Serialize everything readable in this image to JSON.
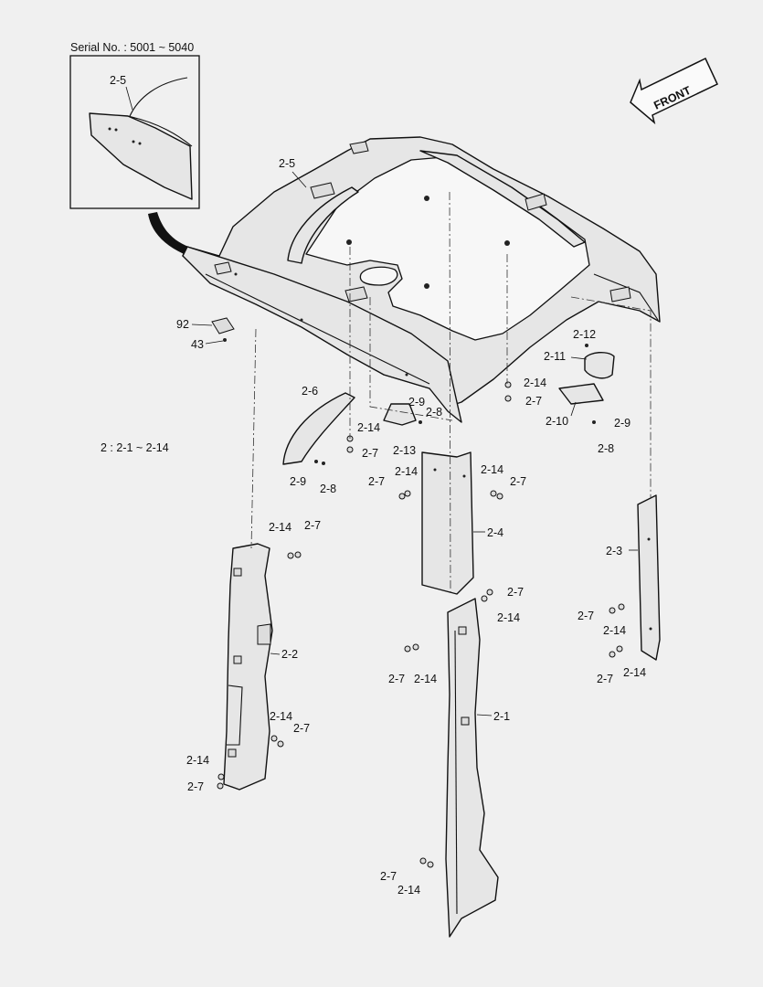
{
  "serial_note": "Serial No. : 5001 ~ 5040",
  "front_label": "FRONT",
  "group_note": "2 : 2-1 ~ 2-14",
  "labels": {
    "l_2_5_detail": "2-5",
    "l_2_5": "2-5",
    "l_92": "92",
    "l_43": "43",
    "l_2_12": "2-12",
    "l_2_11": "2-11",
    "l_2_10": "2-10",
    "l_2_9_right": "2-9",
    "l_2_8_right": "2-8",
    "l_2_14_right_top": "2-14",
    "l_2_7_right_top": "2-7",
    "l_2_6": "2-6",
    "l_2_9_center": "2-9",
    "l_2_8_center": "2-8",
    "l_2_14_center": "2-14",
    "l_2_7_center": "2-7",
    "l_2_13": "2-13",
    "l_2_9_left": "2-9",
    "l_2_8_left": "2-8",
    "l_2_7_a": "2-7",
    "l_2_14_a": "2-14",
    "l_2_14_b": "2-14",
    "l_2_7_b": "2-7",
    "l_2_4": "2-4",
    "l_2_14_c": "2-14",
    "l_2_7_c": "2-7",
    "l_2_2": "2-2",
    "l_2_14_d": "2-14",
    "l_2_7_d": "2-7",
    "l_2_14_e": "2-14",
    "l_2_7_e": "2-7",
    "l_2_7_f": "2-7",
    "l_2_14_f": "2-14",
    "l_2_7_g": "2-7",
    "l_2_14_g": "2-14",
    "l_2_1": "2-1",
    "l_2_7_h": "2-7",
    "l_2_14_h": "2-14",
    "l_2_3": "2-3",
    "l_2_7_i": "2-7",
    "l_2_14_i": "2-14",
    "l_2_7_j": "2-7",
    "l_2_14_j": "2-14"
  }
}
